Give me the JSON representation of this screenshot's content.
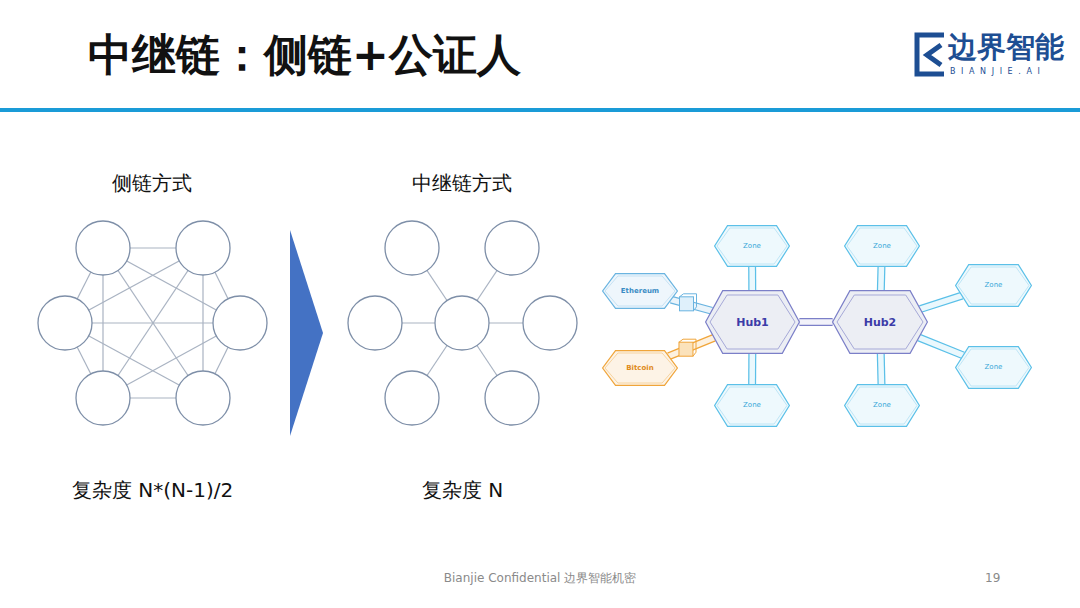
{
  "diagram": {
    "title": "中继链：侧链+公证人",
    "nodes": [
      {
        "text": [
          "Zone"
        ]
      },
      {
        "text": [
          "Zone"
        ]
      },
      {
        "text": [
          "Ethereum"
        ]
      },
      {
        "text": [
          "Zone"
        ]
      },
      {
        "text": [
          "Hub1"
        ]
      },
      {
        "text": [
          "Hub2"
        ]
      },
      {
        "text": [
          "Bitcoin"
        ]
      },
      {
        "text": [
          "Zone"
        ]
      },
      {
        "text": [
          "Zone"
        ]
      },
      {
        "text": [
          "Zone"
        ]
      }
    ],
    "edges": [
      {
        "from": 4,
        "to": 0,
        "arrow": "none"
      },
      {
        "from": 4,
        "to": 2,
        "arrow": "none"
      },
      {
        "from": 4,
        "to": 6,
        "arrow": "none"
      },
      {
        "from": 4,
        "to": 8,
        "arrow": "none"
      },
      {
        "from": 4,
        "to": 5,
        "arrow": "none"
      },
      {
        "from": 5,
        "to": 1,
        "arrow": "none"
      },
      {
        "from": 5,
        "to": 3,
        "arrow": "none"
      },
      {
        "from": 5,
        "to": 7,
        "arrow": "none"
      },
      {
        "from": 5,
        "to": 9,
        "arrow": "none"
      }
    ],
    "labels": [
      "边界智能",
      "BIANJIE.AI",
      "侧链方式",
      "中继链方式",
      "复杂度 N*(N-1)/2",
      "复杂度 N",
      "Bianjie Confidential 边界智能机密",
      "19"
    ]
  }
}
